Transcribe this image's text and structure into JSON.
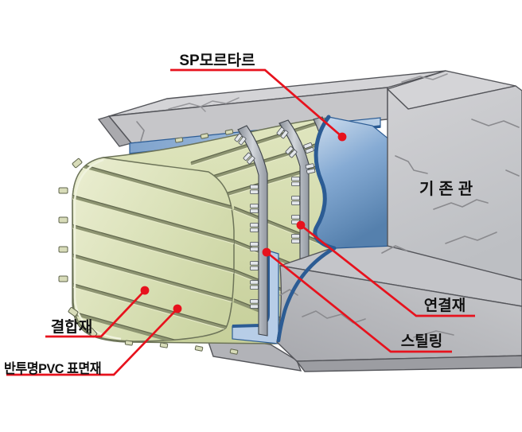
{
  "diagram": {
    "title": "SPR pipe rehabilitation cutaway diagram",
    "labels": {
      "sp_mortar": "SP모르타르",
      "existing_pipe": "기존관",
      "connector": "연결재",
      "steel_ring": "스틸링",
      "binder": "결합재",
      "pvc_surface": "반투명PVC 표면재"
    },
    "colors": {
      "accent_red": "#e7121d",
      "mortar_blue": "#6c96c6",
      "mortar_rim_blue": "#2c5c94",
      "liner_green": "#dce3ba",
      "steel_gray": "#aab0b8",
      "concrete_gray": "#c6c7ca"
    }
  }
}
